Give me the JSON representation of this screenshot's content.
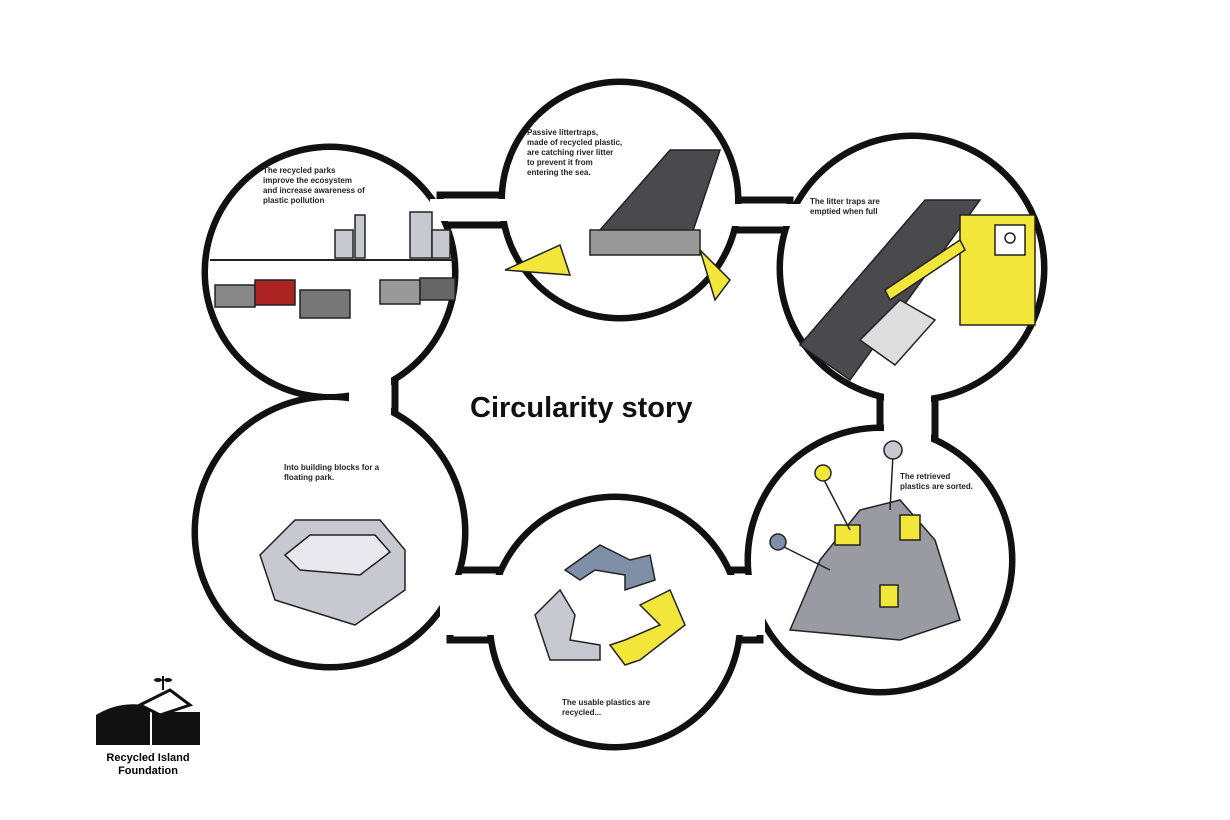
{
  "title": "Circularity story",
  "steps": [
    {
      "caption": "The  recycled parks\nimprove the ecosystem\nand increase awareness of\nplastic pollution"
    },
    {
      "caption": "Passive littertraps,\nmade of recycled plastic,\nare catching  river litter\nto prevent it from\nentering the sea."
    },
    {
      "caption": "The litter traps are\nemptied when full"
    },
    {
      "caption": "The retrieved\nplastics are sorted."
    },
    {
      "caption": "The usable plastics are\nrecycled..."
    },
    {
      "caption": "Into building blocks for a\nfloating park."
    }
  ],
  "logo": {
    "text": "Recycled Island\nFoundation"
  },
  "colors": {
    "accent_yellow": "#f2e63a",
    "dark_gray": "#4a4a4e",
    "blue_gray": "#7f8fa8",
    "light_gray": "#c8c8d0"
  }
}
